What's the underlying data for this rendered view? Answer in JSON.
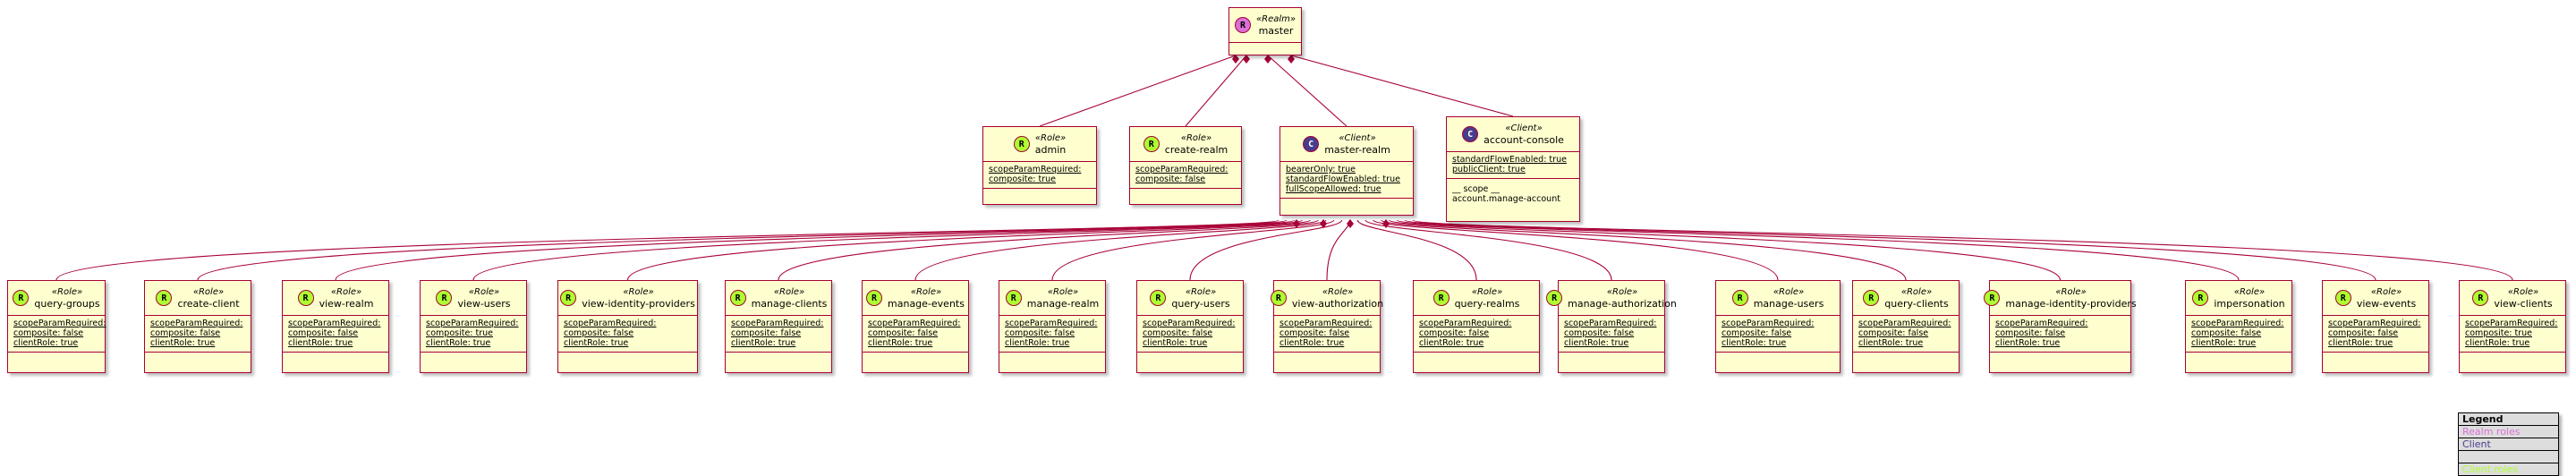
{
  "diagram": {
    "realm": {
      "id": "master",
      "stereotype": "«Realm»",
      "name": "master",
      "icon": "R"
    },
    "top_nodes": [
      {
        "id": "admin",
        "kind": "role",
        "stereotype": "«Role»",
        "name": "admin",
        "icon": "R",
        "attributes": [
          "scopeParamRequired:",
          "composite: true"
        ]
      },
      {
        "id": "create-realm",
        "kind": "role",
        "stereotype": "«Role»",
        "name": "create-realm",
        "icon": "R",
        "attributes": [
          "scopeParamRequired:",
          "composite: false"
        ]
      },
      {
        "id": "master-realm",
        "kind": "client",
        "stereotype": "«Client»",
        "name": "master-realm",
        "icon": "C",
        "attributes": [
          "bearerOnly: true",
          "standardFlowEnabled: true",
          "fullScopeAllowed: true"
        ]
      },
      {
        "id": "account-console",
        "kind": "client",
        "stereotype": "«Client»",
        "name": "account-console",
        "icon": "C",
        "attributes": [
          "standardFlowEnabled: true",
          "publicClient: true"
        ],
        "extra_section": [
          "__ scope __",
          "account.manage-account"
        ]
      }
    ],
    "roles": [
      {
        "name": "query-groups",
        "attributes": [
          "scopeParamRequired:",
          "composite: false",
          "clientRole: true"
        ]
      },
      {
        "name": "create-client",
        "attributes": [
          "scopeParamRequired:",
          "composite: false",
          "clientRole: true"
        ]
      },
      {
        "name": "view-realm",
        "attributes": [
          "scopeParamRequired:",
          "composite: false",
          "clientRole: true"
        ]
      },
      {
        "name": "view-users",
        "attributes": [
          "scopeParamRequired:",
          "composite: true",
          "clientRole: true"
        ]
      },
      {
        "name": "view-identity-providers",
        "attributes": [
          "scopeParamRequired:",
          "composite: false",
          "clientRole: true"
        ]
      },
      {
        "name": "manage-clients",
        "attributes": [
          "scopeParamRequired:",
          "composite: false",
          "clientRole: true"
        ]
      },
      {
        "name": "manage-events",
        "attributes": [
          "scopeParamRequired:",
          "composite: false",
          "clientRole: true"
        ]
      },
      {
        "name": "manage-realm",
        "attributes": [
          "scopeParamRequired:",
          "composite: false",
          "clientRole: true"
        ]
      },
      {
        "name": "query-users",
        "attributes": [
          "scopeParamRequired:",
          "composite: false",
          "clientRole: true"
        ]
      },
      {
        "name": "view-authorization",
        "attributes": [
          "scopeParamRequired:",
          "composite: false",
          "clientRole: true"
        ]
      },
      {
        "name": "query-realms",
        "attributes": [
          "scopeParamRequired:",
          "composite: false",
          "clientRole: true"
        ]
      },
      {
        "name": "manage-authorization",
        "attributes": [
          "scopeParamRequired:",
          "composite: false",
          "clientRole: true"
        ]
      },
      {
        "name": "manage-users",
        "attributes": [
          "scopeParamRequired:",
          "composite: false",
          "clientRole: true"
        ]
      },
      {
        "name": "query-clients",
        "attributes": [
          "scopeParamRequired:",
          "composite: false",
          "clientRole: true"
        ]
      },
      {
        "name": "manage-identity-providers",
        "attributes": [
          "scopeParamRequired:",
          "composite: false",
          "clientRole: true"
        ]
      },
      {
        "name": "impersonation",
        "attributes": [
          "scopeParamRequired:",
          "composite: false",
          "clientRole: true"
        ]
      },
      {
        "name": "view-events",
        "attributes": [
          "scopeParamRequired:",
          "composite: false",
          "clientRole: true"
        ]
      },
      {
        "name": "view-clients",
        "attributes": [
          "scopeParamRequired:",
          "composite: true",
          "clientRole: true"
        ]
      }
    ],
    "role_stereotype": "«Role»",
    "role_icon": "R"
  },
  "legend": {
    "title": "Legend",
    "items": [
      {
        "label": "Realm roles",
        "color": "#da70d6"
      },
      {
        "label": "Client",
        "color": "#483d8b"
      },
      {
        "label": "",
        "color": "#000000"
      },
      {
        "label": "Client roles",
        "color": "#adff2f"
      }
    ]
  },
  "colors": {
    "edge": "#a80036",
    "fill": "#fefece",
    "role_icon": "#adff2f",
    "client_icon": "#483d8b",
    "realm_icon": "#da70d6"
  }
}
